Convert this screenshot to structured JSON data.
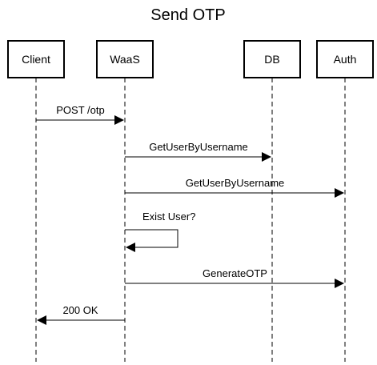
{
  "title": "Send OTP",
  "participants": [
    {
      "id": "client",
      "label": "Client"
    },
    {
      "id": "waas",
      "label": "WaaS"
    },
    {
      "id": "db",
      "label": "DB"
    },
    {
      "id": "auth",
      "label": "Auth"
    }
  ],
  "messages": [
    {
      "from": "client",
      "to": "waas",
      "label": "POST /otp"
    },
    {
      "from": "waas",
      "to": "db",
      "label": "GetUserByUsername"
    },
    {
      "from": "waas",
      "to": "auth",
      "label": "GetUserByUsername"
    },
    {
      "from": "waas",
      "to": "waas",
      "label": "Exist User?"
    },
    {
      "from": "waas",
      "to": "auth",
      "label": "GenerateOTP"
    },
    {
      "from": "waas",
      "to": "client",
      "label": "200 OK"
    }
  ]
}
